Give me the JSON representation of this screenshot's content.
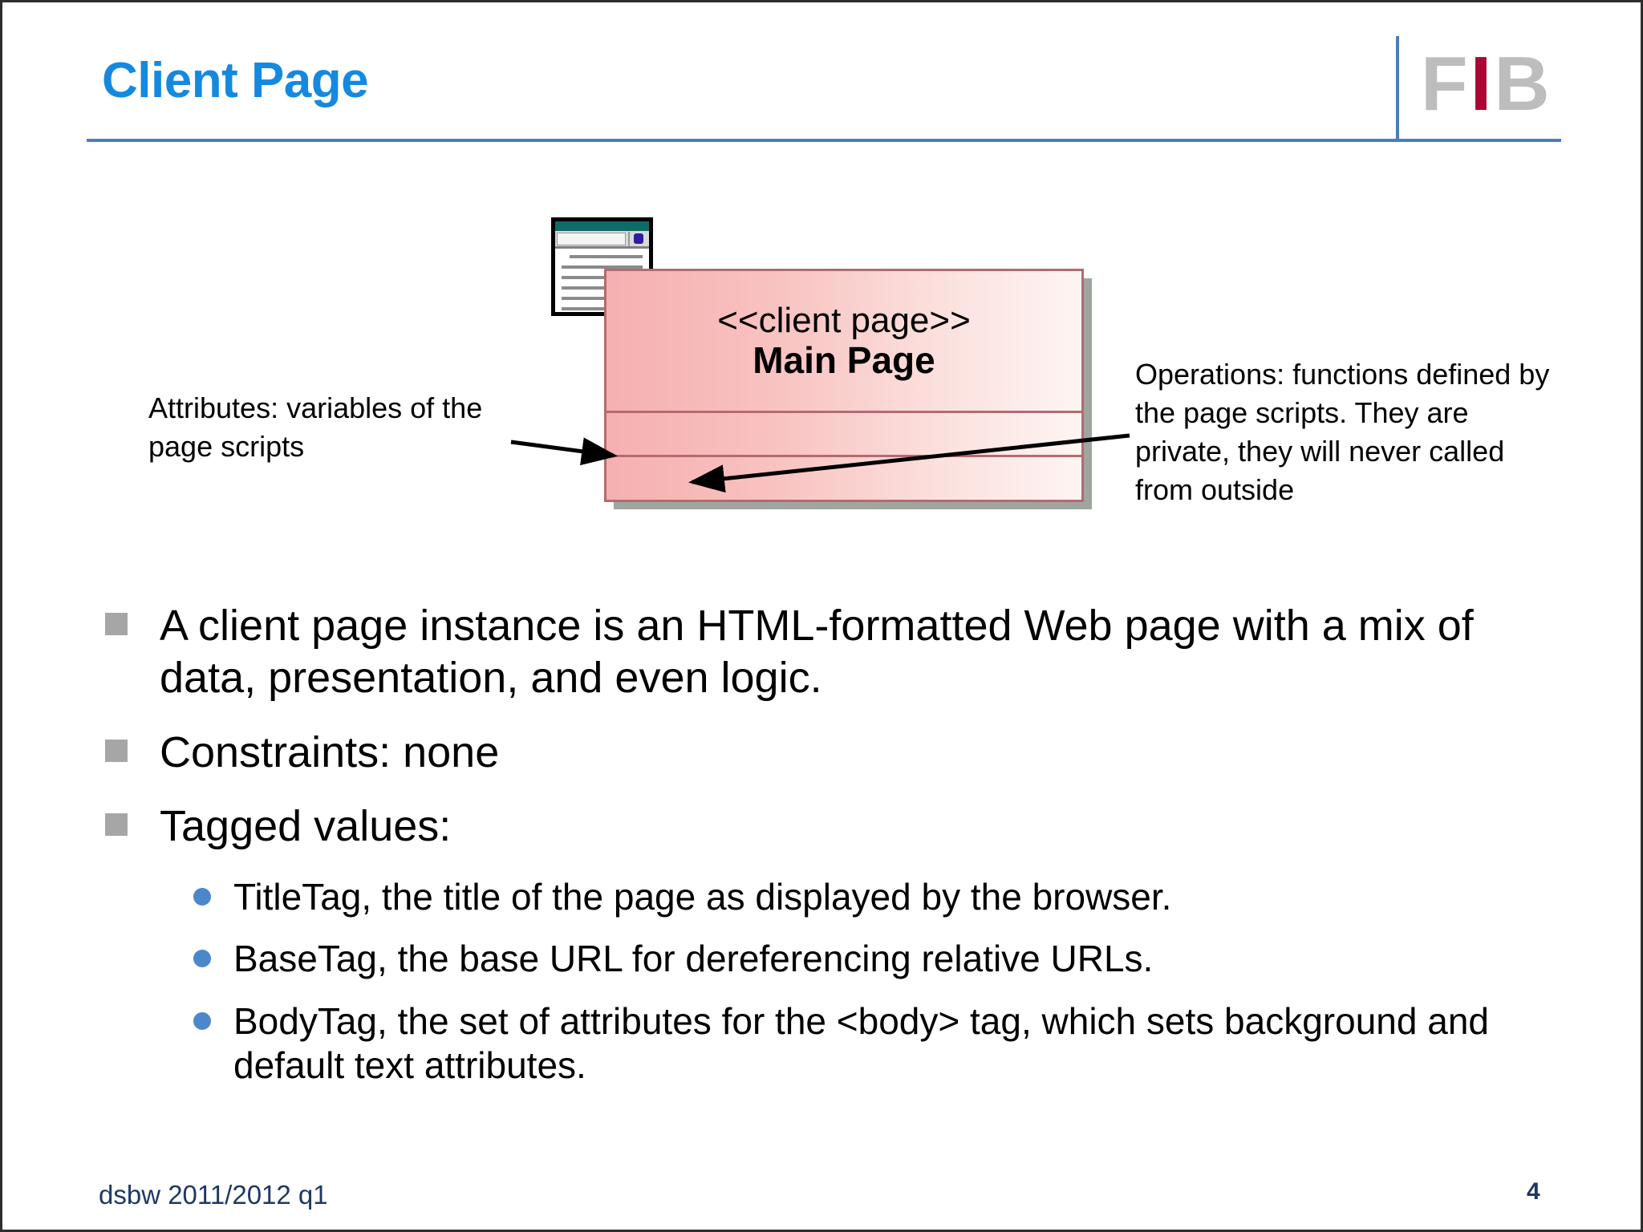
{
  "slide": {
    "title": "Client Page",
    "title_color": "#1589e0",
    "rule_color": "#4a7ebb",
    "background": "#ffffff"
  },
  "logo": {
    "name": "FIB",
    "letters": [
      {
        "char": "F",
        "color": "#bdbdbd"
      },
      {
        "char": "I",
        "color": "#ab0534"
      },
      {
        "char": "B",
        "color": "#bdbdbd"
      }
    ]
  },
  "diagram": {
    "icon_name": "browser-window-icon",
    "uml_class": {
      "stereotype": "<<client page>>",
      "class_name": "Main Page",
      "border_color": "#b56a70",
      "fill_start": "#f5b0b0",
      "fill_end": "#fdf5f3",
      "shadow_color": "#9fa6a0",
      "compartments": [
        "name",
        "attributes",
        "operations"
      ]
    },
    "callouts": {
      "left": "Attributes: variables of the page scripts",
      "right": "Operations: functions defined by the page scripts. They are private, they will never called from outside"
    }
  },
  "body": {
    "bullet_square_color": "#a6a6a6",
    "bullet_dot_color": "#4d87cb",
    "level1": [
      "A client page instance is an HTML-formatted Web page with a mix of data, presentation, and even logic.",
      "Constraints: none",
      "Tagged values:"
    ],
    "level2": [
      "TitleTag, the title of the page as displayed by the browser.",
      "BaseTag, the base URL for dereferencing relative URLs.",
      "BodyTag, the set of attributes for the <body> tag, which sets background and default text attributes."
    ]
  },
  "footer": {
    "course": "dsbw  2011/2012 q1",
    "page_number": "4",
    "color": "#1f3864"
  }
}
